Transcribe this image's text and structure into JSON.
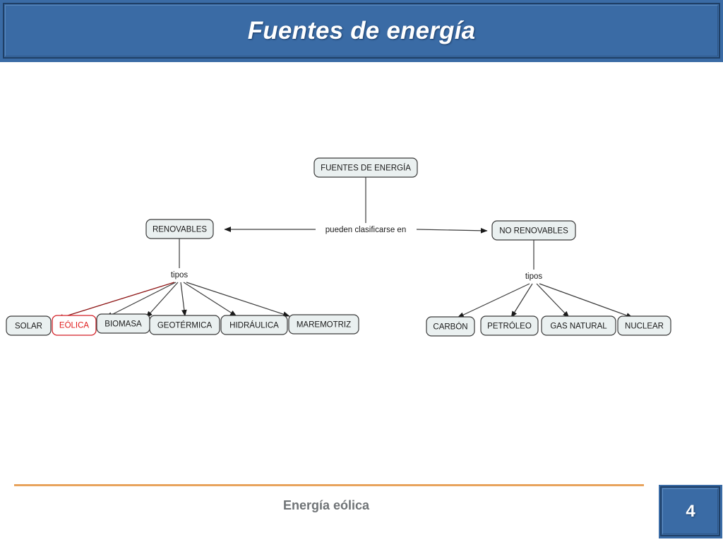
{
  "slide": {
    "title": "Fuentes de energía",
    "footer_text": "Energía eólica",
    "slide_number": "4",
    "accent_orange": "#e8a35c",
    "banner_blue": "#3a6ba5",
    "highlight_red": "#e01b1b"
  },
  "diagram": {
    "root": {
      "label": "FUENTES DE ENERGÍA"
    },
    "link_labels": {
      "classify": "pueden clasificarse en",
      "types_left": "tipos",
      "types_right": "tipos"
    },
    "branches": [
      {
        "label": "RENOVABLES"
      },
      {
        "label": "NO RENOVABLES"
      }
    ],
    "renewable_types": [
      {
        "label": "SOLAR",
        "highlighted": false
      },
      {
        "label": "EÓLICA",
        "highlighted": true
      },
      {
        "label": "BIOMASA",
        "highlighted": false
      },
      {
        "label": "GEOTÉRMICA",
        "highlighted": false
      },
      {
        "label": "HIDRÁULICA",
        "highlighted": false
      },
      {
        "label": "MAREMOTRIZ",
        "highlighted": false
      }
    ],
    "nonrenewable_types": [
      {
        "label": "CARBÓN"
      },
      {
        "label": "PETRÓLEO"
      },
      {
        "label": "GAS NATURAL"
      },
      {
        "label": "NUCLEAR"
      }
    ]
  }
}
